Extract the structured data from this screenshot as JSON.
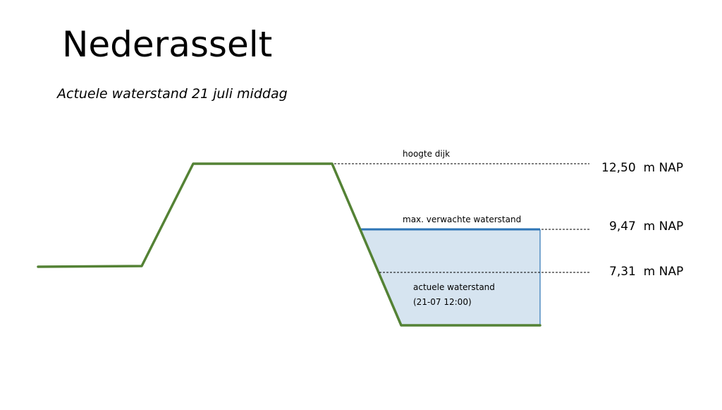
{
  "title": "Nederasselt",
  "subtitle": "Actuele waterstand 21 juli middag",
  "labels": {
    "dike_height": "hoogte dijk",
    "max_expected": "max. verwachte waterstand",
    "current_line1": "actuele waterstand",
    "current_line2": "(21-07 12:00)"
  },
  "levels": {
    "dike": "12,50  m NAP",
    "max_expected": "9,47  m NAP",
    "current": "7,31  m NAP"
  },
  "colors": {
    "dike": "#548235",
    "water_fill": "#d6e4f0",
    "water_line": "#2e75b6",
    "dash": "#000000"
  }
}
